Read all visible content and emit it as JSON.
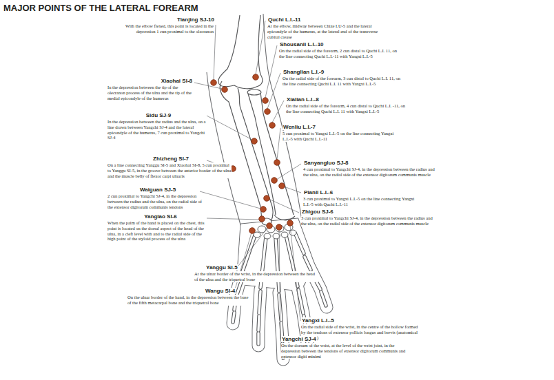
{
  "diagram": {
    "title": "MAJOR POINTS OF THE LATERAL FOREARM",
    "labels": [
      "Tianjing SJ-10",
      "With the elbow flexed, this point is located in the depression 1 cun proximal to the olecranon",
      "Quchi L.I.-11",
      "At the elbow, midway between Chize LU-5 and the lateral epicondyle of the humerus, at the lateral end of the transverse cubital crease",
      "Shousanli L.I.-10",
      "On the radial side of the forearm, 2 cun distal to Quchi L.I. 11, on the line connecting Quchi L.I.-11 with Yangxi L.I.-5",
      "Shanglian L.I.-9",
      "On the radial side of the forearm, 3 cun distal to Quchi L.I. 11, on the line connecting Quchi L.I. 11 with Yangxi L.I.-5",
      "Xiaohai SI-8",
      "In the depression between the tip of the olecranon process of the ulna and the tip of the medial epicondyle of the humerus",
      "Xialian L.I.-8",
      "On the radial side of the forearm, 4 cun distal to Quchi L.I. -11, on the line connecting Quchi L.I. 11 with Yangxi L.I.-5",
      "Sidu SJ-9",
      "In the depression between the radius and the ulna, on a line drawn between Yangchi SJ-4 and the lateral epicondyle of the humerus, 7 cun proximal to Yangchi SJ-4",
      "Wenliu L.I.-7",
      "5 cun proximal to Yangxi L.I.-5 on the line connecting Yangxi L.I.-5 with Quchi L.I.-11",
      "Zhizheng SI-7",
      "On a line connecting Yanggu SI-5 and Xiaohai SI-8, 5 cun proximal to Yanggu SI-5, in the groove between the anterior border of the ulna and the muscle belly of flexor carpi ulnaris",
      "Sanyangluo SJ-8",
      "4 cun proximal to Yangchi SJ-4, in the depression between the radius and the ulna, on the radial side of the extensor digitorum communis muscle",
      "Pianli L.I.-6",
      "3 cun proximal to Yangxi L.I.-5 on the line connecting Yangxi L.I.-5 with Quchi L.I.-11",
      "Waiguan SJ-5",
      "2 cun proximal to Yangchi SJ-4, in the depression between the radius and the ulna, on the radial side of the extensor digitorum communis tendons",
      "Zhigou SJ-6",
      "3 cun proximal to Yangchi SJ-4, in the depression between the radius and the ulna, on the radial side of the extensor digitorum communis muscle",
      "Yanglao SI-6",
      "When the palm of the hand is placed on the chest, this point is located on the dorsal aspect of the head of the ulna, in a cleft level with and to the radial side of the high point of the styloid process of the ulna",
      "Yanggu SI-5",
      "At the ulnar border of the wrist, in the depression between the head of the ulna and the triquetral bone",
      "Wangu SI-4",
      "On the ulnar border of the hand, in the depression between the base of the fifth metacarpal bone and the triquetral bone",
      "Yangxi L.I.-5",
      "On the radial side of the wrist, in the centre of the hollow formed by the tendons of extensor pollicis longus and brevis (anatomical snuffbox)",
      "Yangchi SJ-4",
      "On the dorsum of the wrist, at the level of the wrist joint, in the depression between the tendons of extensor digitorum communis and extensor digiti minimi"
    ]
  }
}
